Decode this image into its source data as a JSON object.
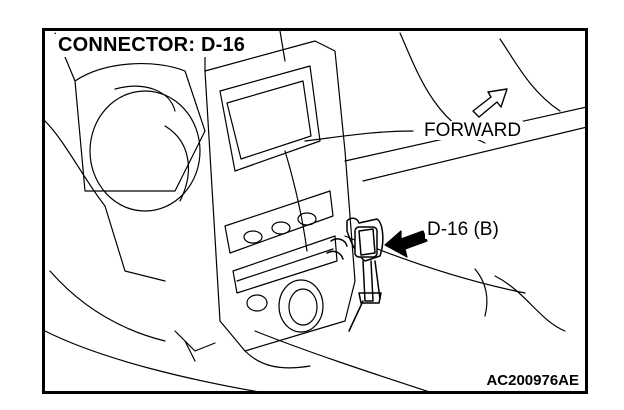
{
  "diagram": {
    "title": "CONNECTOR: D-16",
    "forward_label": "FORWARD",
    "connector_label": "D-16 (B)",
    "figure_code": "AC200976AE"
  },
  "icons": {
    "forward_arrow": "hollow-arrow-up-right",
    "pointer_arrow": "solid-arrow-left"
  }
}
